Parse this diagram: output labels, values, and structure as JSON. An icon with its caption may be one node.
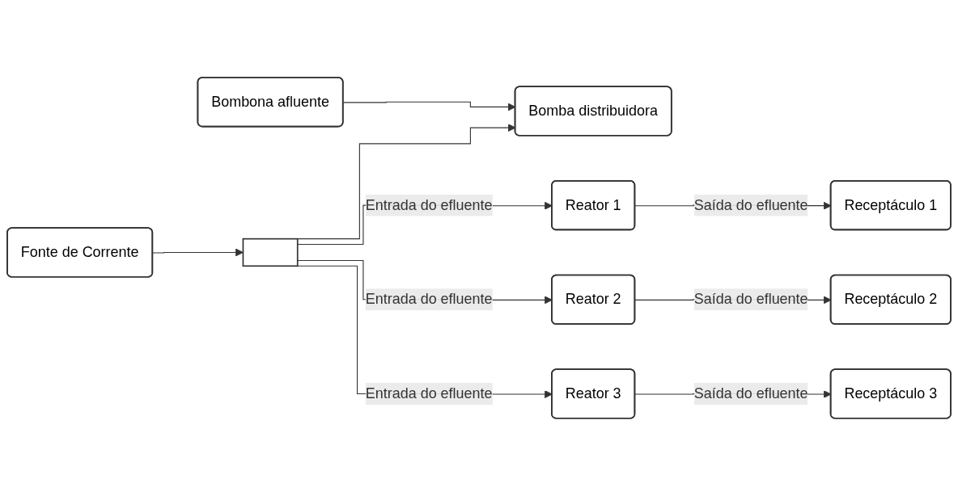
{
  "diagram": {
    "nodes": [
      {
        "text": [
          "Bombona afluente"
        ]
      },
      {
        "text": [
          "Bomba distribuidora"
        ]
      },
      {
        "text": [
          "Fonte de Corrente"
        ]
      },
      {
        "text": [],
        "shape": "box"
      },
      {
        "text": [
          "Reator 1"
        ]
      },
      {
        "text": [
          "Receptáculo 1"
        ]
      },
      {
        "text": [
          "Reator 2"
        ]
      },
      {
        "text": [
          "Receptáculo 2"
        ]
      },
      {
        "text": [
          "Reator 3"
        ]
      },
      {
        "text": [
          "Receptáculo 3"
        ]
      }
    ],
    "edges": [
      {
        "from": 0,
        "to": 1,
        "arrow": "to"
      },
      {
        "from": 2,
        "to": 3,
        "arrow": "to"
      },
      {
        "from": 3,
        "to": 1,
        "arrow": "to"
      },
      {
        "from": 3,
        "to": 4,
        "arrow": "to",
        "label": "Entrada do efluente"
      },
      {
        "from": 4,
        "to": 5,
        "arrow": "to",
        "label": "Saída do efluente"
      },
      {
        "from": 3,
        "to": 6,
        "arrow": "to",
        "label": "Entrada do efluente"
      },
      {
        "from": 6,
        "to": 7,
        "arrow": "to",
        "label": "Saída do efluente"
      },
      {
        "from": 3,
        "to": 8,
        "arrow": "to",
        "label": "Entrada do efluente"
      },
      {
        "from": 8,
        "to": 9,
        "arrow": "to",
        "label": "Saída do efluente"
      }
    ]
  }
}
